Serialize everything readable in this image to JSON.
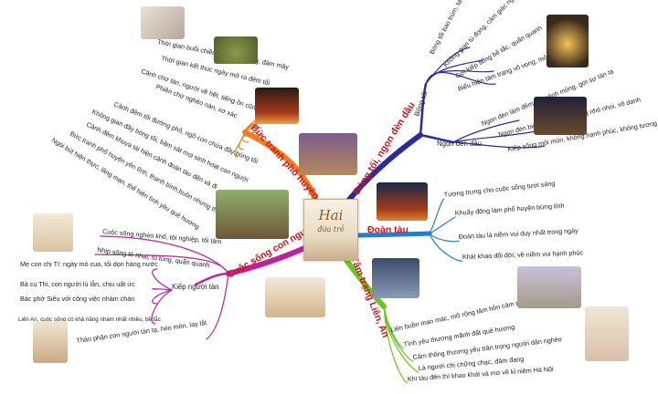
{
  "center": {
    "title": "Hai",
    "subtitle": "đứa trẻ"
  },
  "branches": {
    "buc_tranh": {
      "label": "Bức tranh phố huyện",
      "color": "#f07d1a",
      "leaves": [
        "Thời gian buổi chiều tối: tiếng trống, đám mây",
        "Thời gian kết thúc ngày mở ra đêm tối",
        "Cảnh chợ tàn, người về hết, tiếng ồn cũng mất",
        "Phiên chợ nghèo nàn, xơ xác",
        "Cảnh đêm tối đường phố, ngõ con chứa đầy bóng tối",
        "Không gian đầy bóng tối, bầm sát mọi sinh hoạt con người",
        "Cảnh đêm khuya tái hiện cảnh đoàn tàu đến và đi",
        "Bức tranh phố huyện yên tĩnh, thanh bình,buồn nhưng thơ mộng",
        "Ngòi bút hiện thực, lãng mạn, thể hiện tình yêu quê hương"
      ]
    },
    "bong_toi": {
      "label": "Bóng tối, ngọn đèn dầu",
      "color": "#2b2ba0",
      "sub1": "Bóng tối",
      "sub2": "Ngọn đèn dầu",
      "sub1_leaves": [
        "Bóng tối bao trùm, tạo nên bức tranh",
        "Không gian tù đọng, cảm giác ngột ngạt",
        "Gợi kiếp sống bế tắc, quẩn quanh",
        "Biểu hiện tâm trạng vô vọng, mỏi mòn"
      ],
      "sub2_leaves": [
        "Ngọn đèn làm đêm tối mênh mông, gợi sự tàn tạ",
        "Ngọn đèn biểu tượng kiếp sống nhỏ nhoi, vô danh",
        "Kiếp sống mỏi mòn, không hạnh phúc, không tương lai"
      ]
    },
    "doan_tau": {
      "label": "Đoàn tàu",
      "color": "#1f7fd0",
      "leaves": [
        "Tượng trưng cho cuộc sống tươi sáng",
        "Khuấy động làm phố huyện bừng tỉnh",
        "Đoàn tàu là niềm vui duy nhất trong ngày",
        "Khát khao đổi đời, về niềm vui hạnh phúc"
      ]
    },
    "tam_trang": {
      "label": "Tâm trạng Liên, An",
      "color": "#6cc41f",
      "leaves": [
        "Liên buồn man mác, mở rộng tâm hồn cảm nhận",
        "Tình yêu thương mãnh đất quê hương",
        "Cảm thông thương yêu trân trọng người dân nghèo",
        "Là người chị chững chạc, đảm đang",
        "Khi tàu đến thì khao khát và mơ về kỉ niệm Hà Nội"
      ]
    },
    "cuoc_song": {
      "label": "Cuộc sống con người",
      "color": "#c020a0",
      "leaves_top": [
        "Cuộc sống nghèo khổ, tội nghiệp, tối tăm",
        "Nhịp sống tẻ nhạt, tù túng, quẩn quanh"
      ],
      "sub": "Kiếp người tàn",
      "sub_leaves": [
        "Mẹ con chị Tí: ngày mò cua, tối dọn hàng nước",
        "Bà cụ Thi, con người lù lẫn, chịu uất ức",
        "Bác phở Siêu với công việc nhàm chán",
        "Liên An, cuộc sống có khả năng nhàm nhất nhiều, bề tắc"
      ],
      "leaf_bottom": "Thân phận con người tàn tạ, héo mòn, lay lắt"
    }
  }
}
